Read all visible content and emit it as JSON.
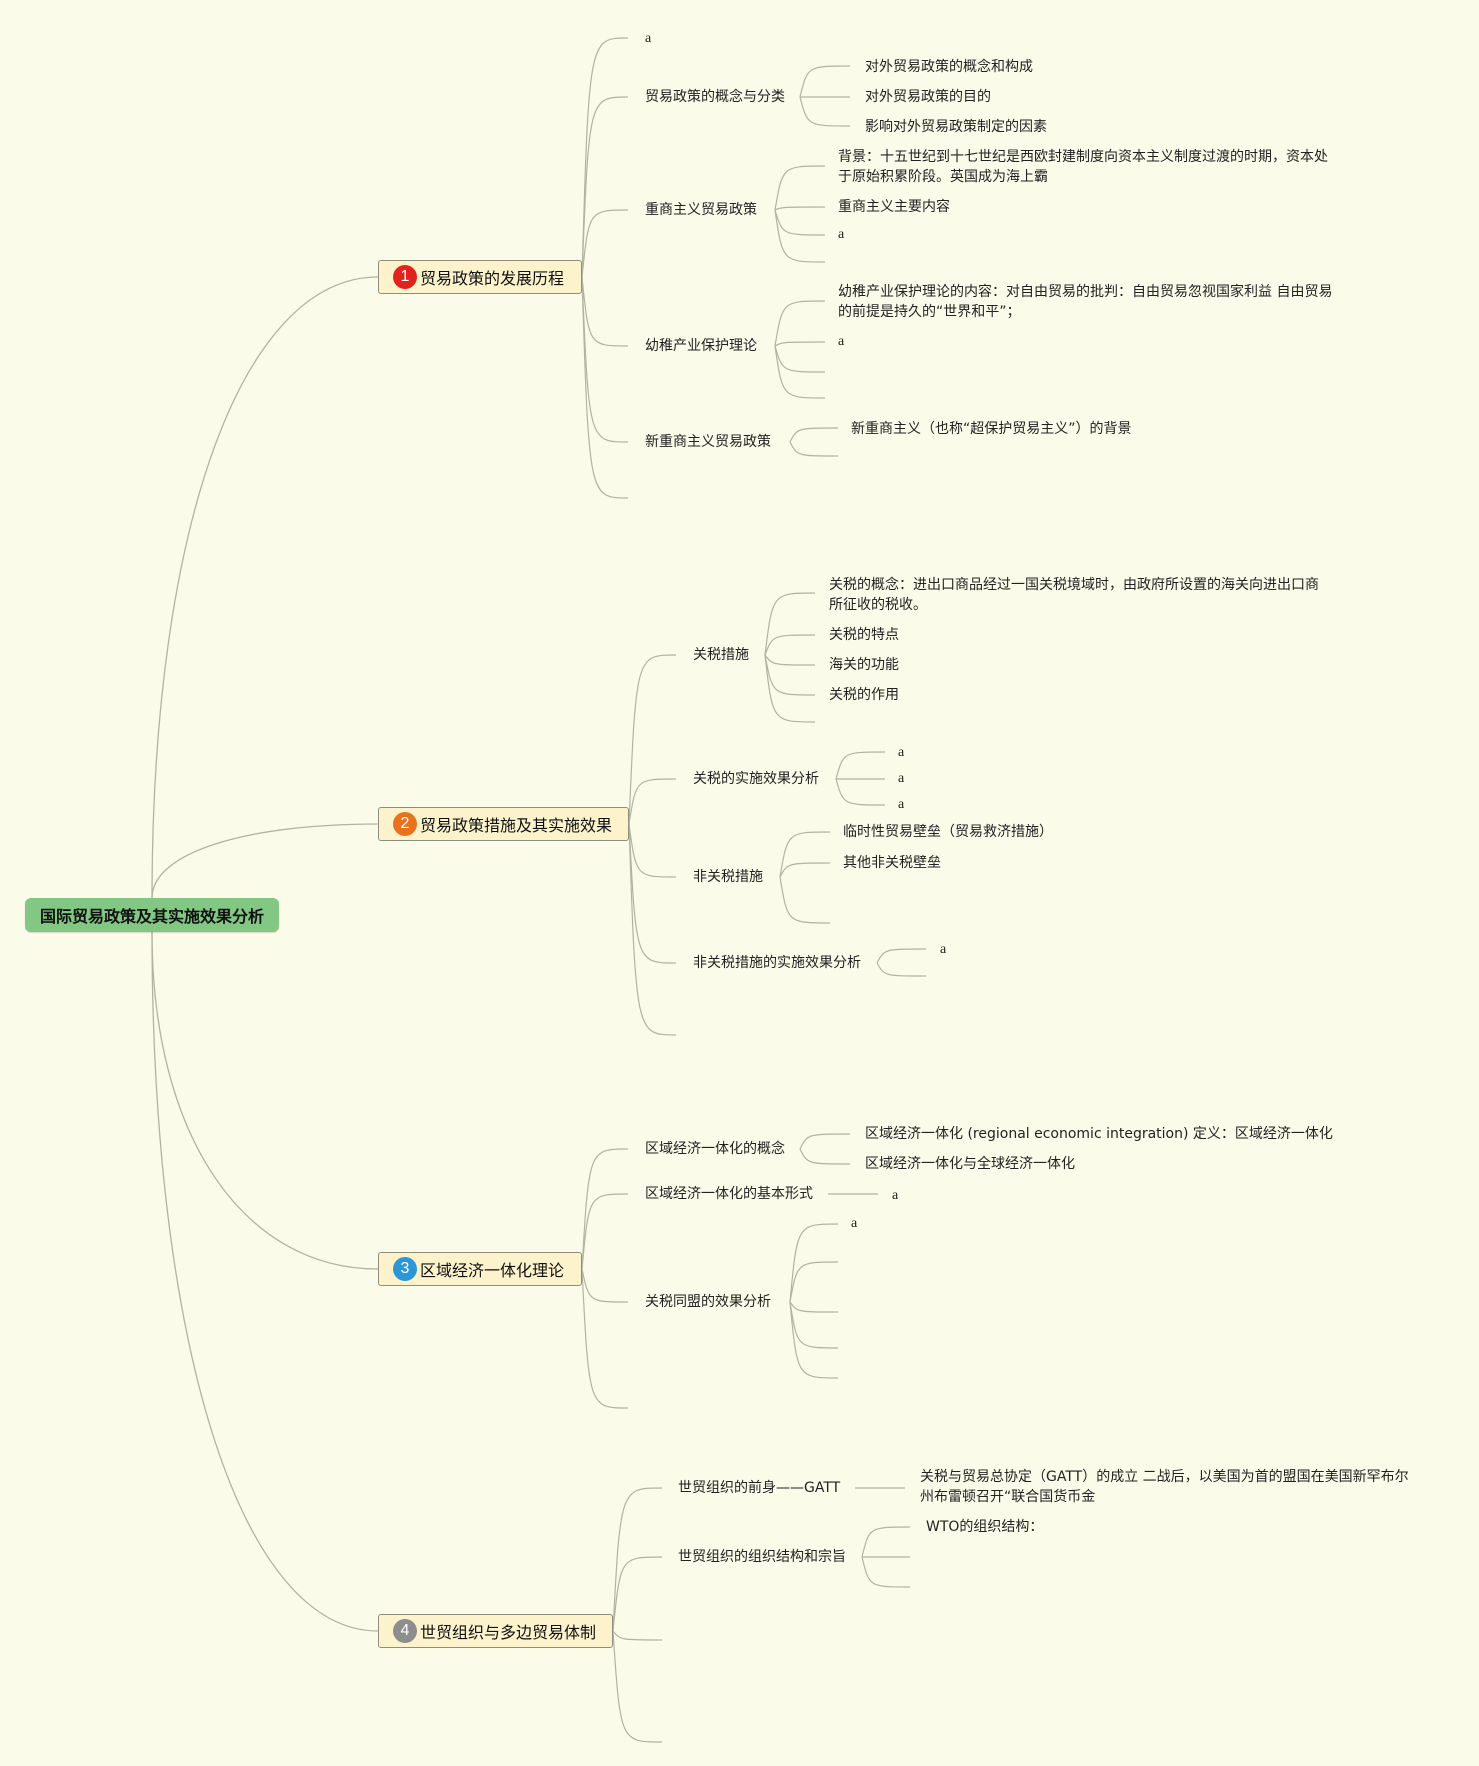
{
  "root": {
    "label": "国际贸易政策及其实施效果分析"
  },
  "colors": {
    "root_bg": "#82c884",
    "branch_bg": "#fcf3cc",
    "badge_1": "#e0241b",
    "badge_2": "#e8731c",
    "badge_3": "#2c96d6",
    "badge_4": "#8d8d8d",
    "line": "#b3b3a4"
  },
  "branches": [
    {
      "number": "1",
      "label": "贸易政策的发展历程",
      "children": [
        {
          "label": "a"
        },
        {
          "label": "贸易政策的概念与分类",
          "children": [
            "对外贸易政策的概念和构成",
            "对外贸易政策的目的",
            "影响对外贸易政策制定的因素"
          ]
        },
        {
          "label": "重商主义贸易政策",
          "children": [
            "背景：十五世纪到十七世纪是西欧封建制度向资本主义制度过渡的时期，资本处于原始积累阶段。英国成为海上霸",
            "重商主义主要内容",
            "a"
          ]
        },
        {
          "label": "幼稚产业保护理论",
          "children": [
            "幼稚产业保护理论的内容：对自由贸易的批判：自由贸易忽视国家利益 自由贸易的前提是持久的“世界和平”；",
            "a"
          ]
        },
        {
          "label": "新重商主义贸易政策",
          "children": [
            "新重商主义（也称“超保护贸易主义”）的背景"
          ]
        }
      ]
    },
    {
      "number": "2",
      "label": "贸易政策措施及其实施效果",
      "children": [
        {
          "label": "关税措施",
          "children": [
            "关税的概念：进出口商品经过一国关税境域时，由政府所设置的海关向进出口商所征收的税收。",
            "关税的特点",
            "海关的功能",
            "关税的作用"
          ]
        },
        {
          "label": "关税的实施效果分析",
          "children": [
            "a",
            "a",
            "a"
          ]
        },
        {
          "label": "非关税措施",
          "children": [
            "临时性贸易壁垒（贸易救济措施）",
            "其他非关税壁垒"
          ]
        },
        {
          "label": "非关税措施的实施效果分析",
          "children": [
            "a"
          ]
        }
      ]
    },
    {
      "number": "3",
      "label": "区域经济一体化理论",
      "children": [
        {
          "label": "区域经济一体化的概念",
          "children": [
            "区域经济一体化 (regional economic integration) 定义：区域经济一体化",
            "区域经济一体化与全球经济一体化"
          ]
        },
        {
          "label": "区域经济一体化的基本形式",
          "children": [
            "a"
          ]
        },
        {
          "label": "关税同盟的效果分析",
          "children": [
            "a"
          ]
        }
      ]
    },
    {
      "number": "4",
      "label": "世贸组织与多边贸易体制",
      "children": [
        {
          "label": "世贸组织的前身——GATT",
          "children": [
            "关税与贸易总协定（GATT）的成立 二战后，以美国为首的盟国在美国新罕布尔州布雷顿召开“联合国货币金"
          ]
        },
        {
          "label": "世贸组织的组织结构和宗旨",
          "children": [
            "WTO的组织结构："
          ]
        }
      ]
    }
  ]
}
